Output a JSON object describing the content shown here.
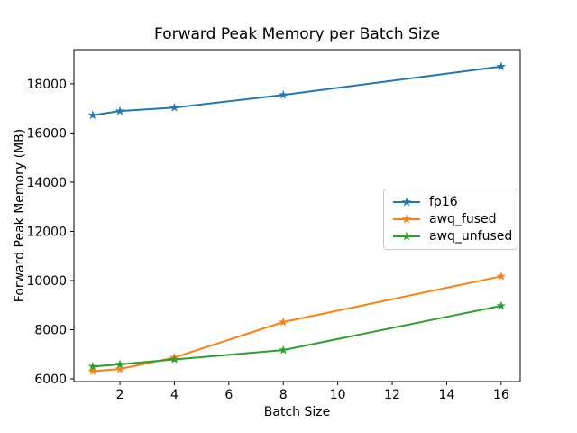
{
  "chart_data": {
    "type": "line",
    "title": "Forward Peak Memory per Batch Size",
    "xlabel": "Batch Size",
    "ylabel": "Forward Peak Memory (MB)",
    "x": [
      1,
      2,
      4,
      8,
      16
    ],
    "series": [
      {
        "name": "fp16",
        "color": "#1f77b4",
        "values": [
          16720,
          16890,
          17030,
          17550,
          18700
        ]
      },
      {
        "name": "awq_fused",
        "color": "#ff7f0e",
        "values": [
          6310,
          6400,
          6870,
          8310,
          10170
        ]
      },
      {
        "name": "awq_unfused",
        "color": "#2ca02c",
        "values": [
          6500,
          6590,
          6790,
          7170,
          8970
        ]
      }
    ],
    "marker": "star",
    "xlim": [
      0.31,
      16.7
    ],
    "ylim": [
      5890,
      19390
    ],
    "xticks": [
      2,
      4,
      6,
      8,
      10,
      12,
      14,
      16
    ],
    "yticks": [
      6000,
      8000,
      10000,
      12000,
      14000,
      16000,
      18000
    ],
    "grid": false,
    "legend_position": "center right",
    "axis_color": "#000000",
    "background_color": "#ffffff"
  }
}
